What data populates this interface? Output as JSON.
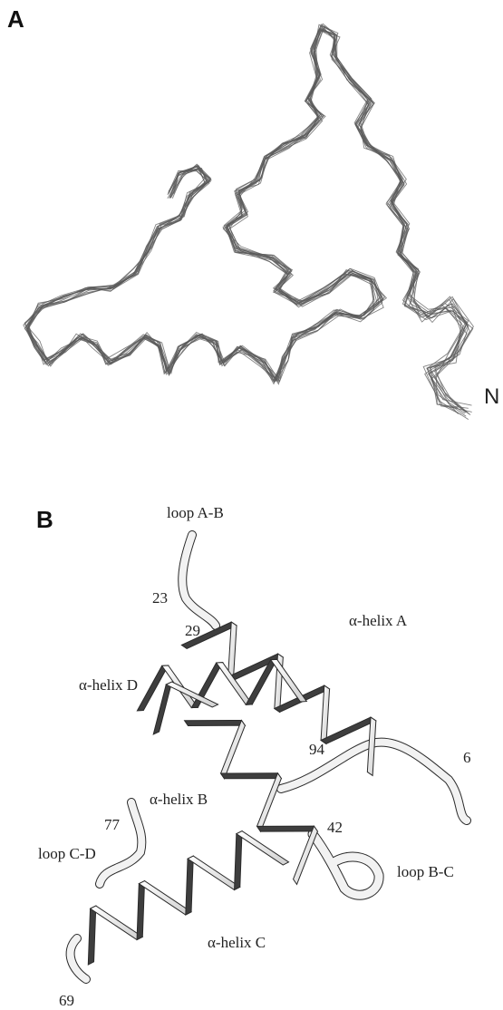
{
  "panel_a": {
    "letter": "A",
    "terminus_label": "N"
  },
  "panel_b": {
    "letter": "B",
    "labels": {
      "loop_ab": "loop A-B",
      "res_23": "23",
      "res_29": "29",
      "helix_a": "α-helix A",
      "helix_d": "α-helix D",
      "res_94": "94",
      "res_6": "6",
      "helix_b": "α-helix B",
      "res_77": "77",
      "res_42": "42",
      "loop_cd": "loop C-D",
      "loop_bc": "loop B-C",
      "helix_c": "α-helix C",
      "res_69": "69"
    }
  },
  "colors": {
    "trace": "#5a5a5a",
    "helix_dark": "#3e3e3e",
    "helix_light": "#e4e4e4",
    "ribbon_edge": "#2a2a2a"
  }
}
